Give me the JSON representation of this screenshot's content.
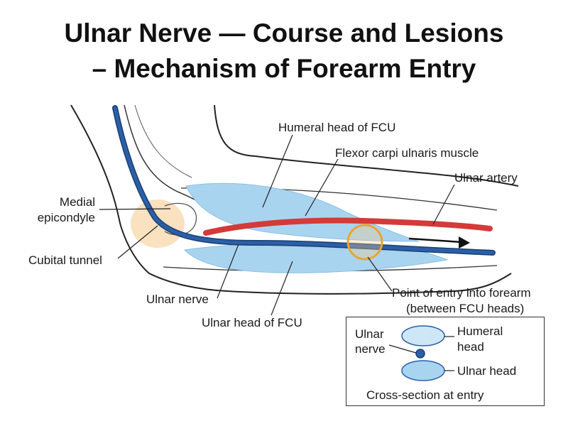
{
  "title": {
    "line1": "Ulnar Nerve — Course and Lesions",
    "line2": "– Mechanism of Forearm Entry"
  },
  "labels": {
    "medial_epicondyle_1": "Medial",
    "medial_epicondyle_2": "epicondyle",
    "cubital_tunnel": "Cubital tunnel",
    "humeral_head_fcu": "Humeral head of FCU",
    "fcu_muscle": "Flexor carpi ulnaris muscle",
    "ulnar_artery": "Ulnar artery",
    "ulnar_nerve": "Ulnar nerve",
    "ulnar_head_fcu": "Ulnar head of FCU",
    "entry_point_1": "Point of entry into forearm",
    "entry_point_2": "(between FCU heads)"
  },
  "inset": {
    "nerve_label_1": "Ulnar",
    "nerve_label_2": "nerve",
    "humeral_head_1": "Humeral",
    "humeral_head_2": "head",
    "ulnar_head": "Ulnar head",
    "caption": "Cross-section at entry"
  },
  "colors": {
    "nerve": "#2b5fa6",
    "artery": "#d43a3a",
    "muscle": "#a9d4f0",
    "bone_highlight": "#f6c98a",
    "entry_circle": "#e8a530"
  }
}
